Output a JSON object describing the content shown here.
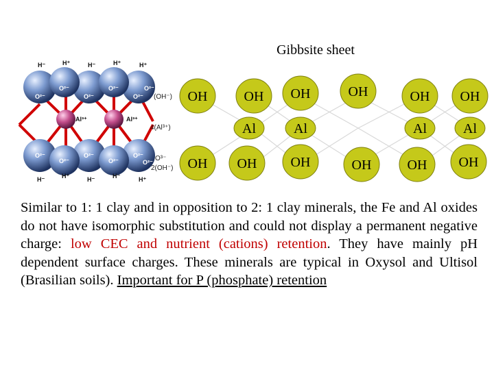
{
  "title": "Gibbsite sheet",
  "colors": {
    "node_fill": "#c5c91a",
    "node_stroke": "#7d7f10",
    "bond": "#d8d8d8",
    "highlight_red": "#c00000",
    "sphere_blue": "#6f8ec0",
    "sphere_pink": "#c44f8d"
  },
  "model_labels": {
    "top_h": [
      "H⁻",
      "H⁺",
      "H⁻",
      "H⁺",
      "H⁺"
    ],
    "top_o": [
      "O²⁻",
      "O²⁻",
      "O²⁻",
      "O²⁻",
      "O²⁻",
      "O²⁻"
    ],
    "al": [
      "Al³⁺",
      "Al³⁺"
    ],
    "bottom_o": [
      "O²⁻",
      "O²⁻",
      "O²⁻",
      "O²⁻",
      "O²⁻",
      "O²⁻"
    ],
    "bottom_h": [
      "H⁻",
      "H⁺",
      "H⁻",
      "H⁻",
      "H⁺"
    ],
    "side_top": "(OH⁻)",
    "side_mid": "4(Al³⁺)",
    "side_bottom_1": "O³⁻",
    "side_bottom_2": "2(OH⁻)"
  },
  "sheet": {
    "top_row": [
      "OH",
      "OH",
      "OH",
      "OH",
      "OH",
      "OH"
    ],
    "middle_row": [
      "Al",
      "Al",
      "Al",
      "Al"
    ],
    "bottom_row": [
      "OH",
      "OH",
      "OH",
      "OH",
      "OH",
      "OH"
    ]
  },
  "text": {
    "p1": "Similar to 1: 1 clay and in opposition to 2: 1 clay minerals, the Fe and Al oxides do not have isomorphic substitution and could not display a permanent negative   charge: ",
    "red": "low CEC and nutrient (cations) retention",
    "p2": ". They have mainly pH dependent surface charges.  These minerals are typical in Oxysol and Ultisol (Brasilian soils). ",
    "underlined": "Important for P (phosphate) retention"
  }
}
